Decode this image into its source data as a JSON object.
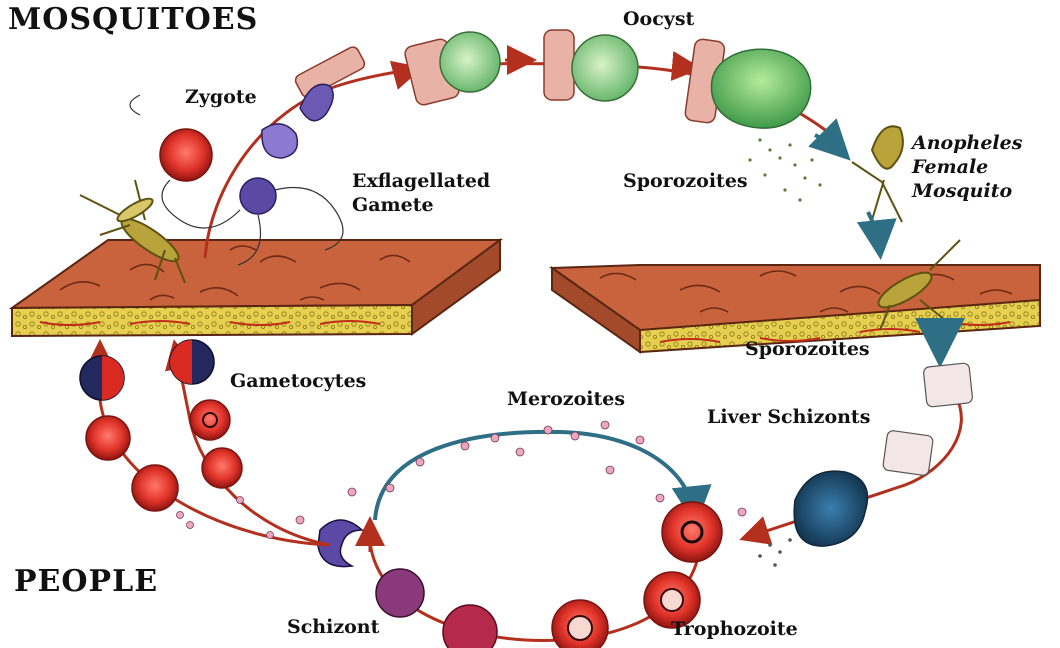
{
  "sections": {
    "top": "MOSQUITOES",
    "bottom": "PEOPLE"
  },
  "labels": {
    "oocyst": "Oocyst",
    "zygote": "Zygote",
    "exflagellated_1": "Exflagellated",
    "exflagellated_2": "Gamete",
    "sporozoites_mosquito": "Sporozoites",
    "anopheles_1": "Anopheles",
    "anopheles_2": "Female",
    "anopheles_3": "Mosquito",
    "sporozoites_skin": "Sporozoites",
    "gametocytes": "Gametocytes",
    "merozoites": "Merozoites",
    "liver_schizonts": "Liver Schizonts",
    "schizont": "Schizont",
    "trophozoite": "Trophozoite"
  },
  "colors": {
    "skin": "#c8633d",
    "skin_dark": "#8e3b20",
    "fat_layer": "#e7cf4f",
    "arrow_red": "#b3301f",
    "arrow_teal": "#2e6f86",
    "rbc": "#d92a22",
    "oocyst": "#8fd58a",
    "gamete": "#6e5bb6",
    "mosquito": "#b8a43a"
  }
}
